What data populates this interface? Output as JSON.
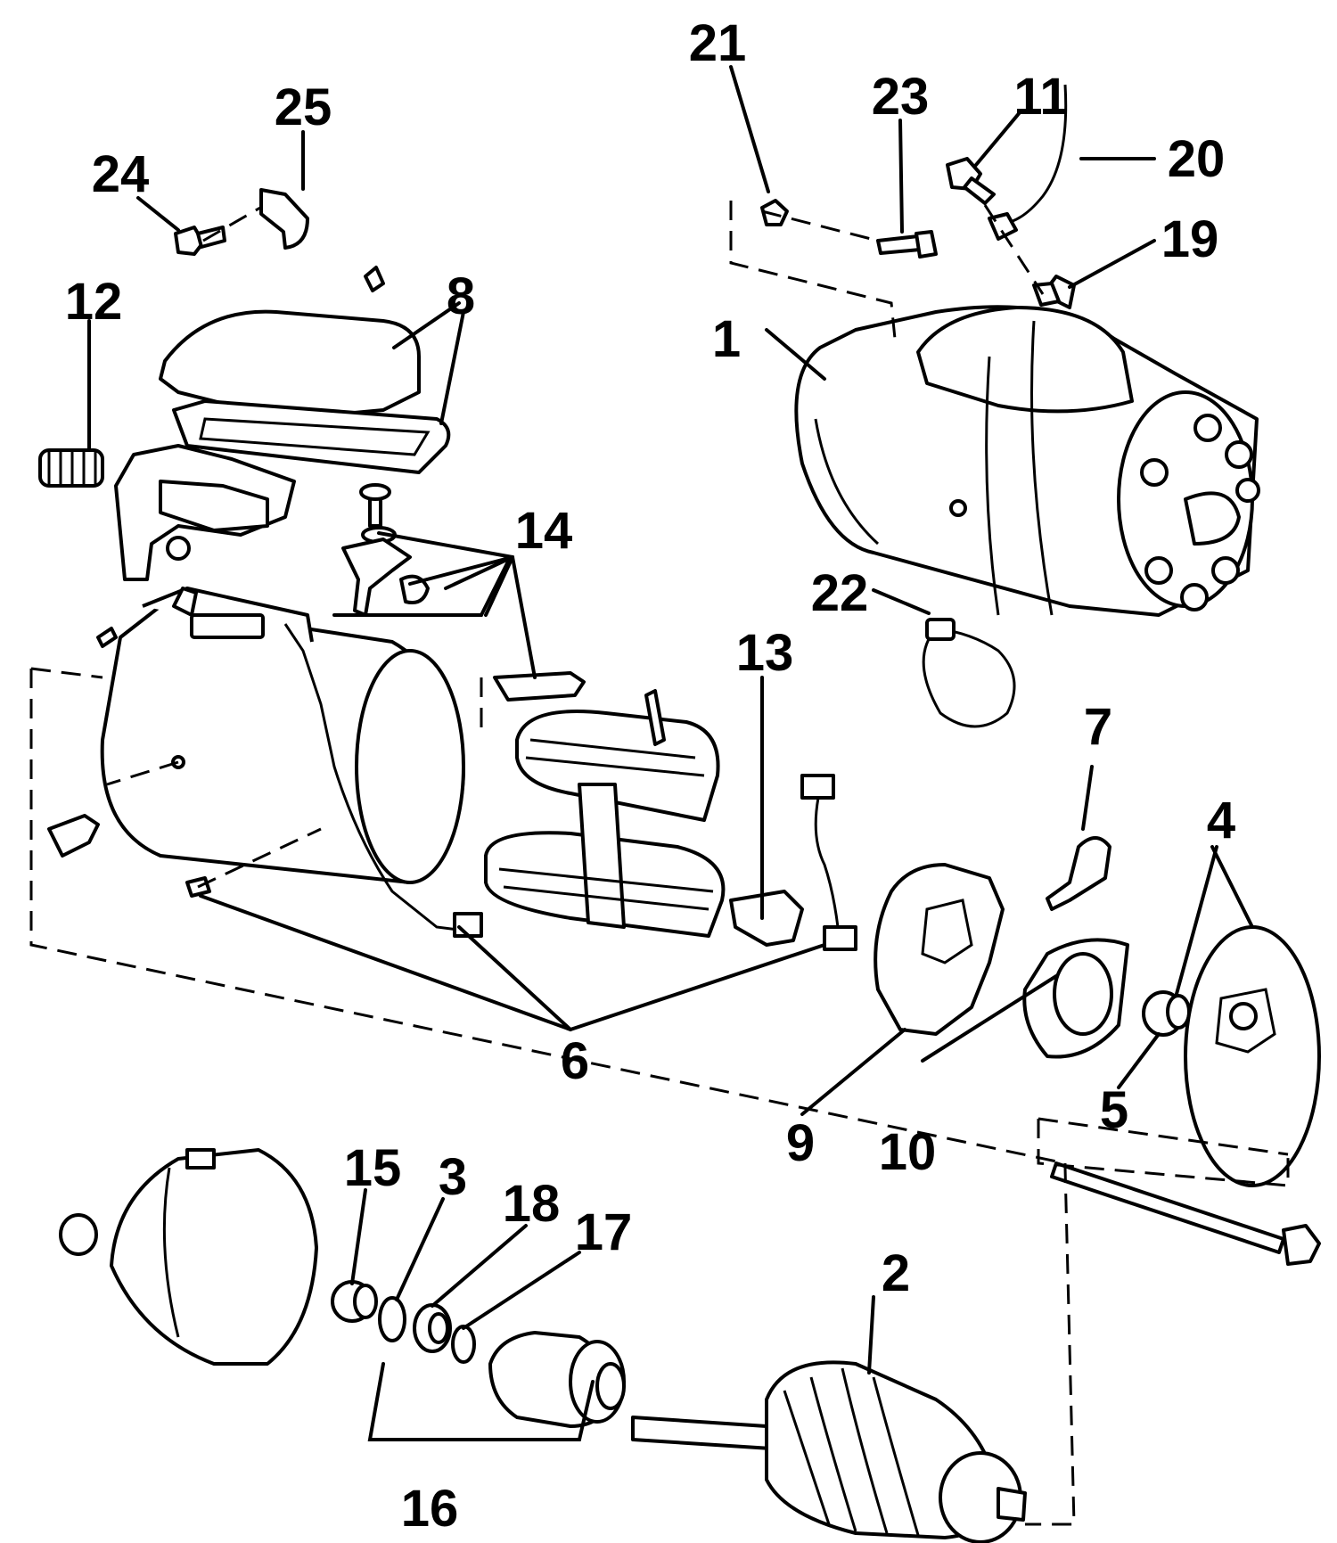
{
  "callouts": [
    {
      "id": "1",
      "label": "1"
    },
    {
      "id": "2",
      "label": "2"
    },
    {
      "id": "3",
      "label": "3"
    },
    {
      "id": "4",
      "label": "4"
    },
    {
      "id": "5",
      "label": "5"
    },
    {
      "id": "6",
      "label": "6"
    },
    {
      "id": "7",
      "label": "7"
    },
    {
      "id": "8",
      "label": "8"
    },
    {
      "id": "9",
      "label": "9"
    },
    {
      "id": "10",
      "label": "10"
    },
    {
      "id": "11",
      "label": "11"
    },
    {
      "id": "12",
      "label": "12"
    },
    {
      "id": "13",
      "label": "13"
    },
    {
      "id": "14",
      "label": "14"
    },
    {
      "id": "15",
      "label": "15"
    },
    {
      "id": "16",
      "label": "16"
    },
    {
      "id": "17",
      "label": "17"
    },
    {
      "id": "18",
      "label": "18"
    },
    {
      "id": "19",
      "label": "19"
    },
    {
      "id": "20",
      "label": "20"
    },
    {
      "id": "21",
      "label": "21"
    },
    {
      "id": "22",
      "label": "22"
    },
    {
      "id": "23",
      "label": "23"
    },
    {
      "id": "24",
      "label": "24"
    },
    {
      "id": "25",
      "label": "25"
    }
  ],
  "colors": {
    "ink": "#000000",
    "paper": "#ffffff"
  }
}
